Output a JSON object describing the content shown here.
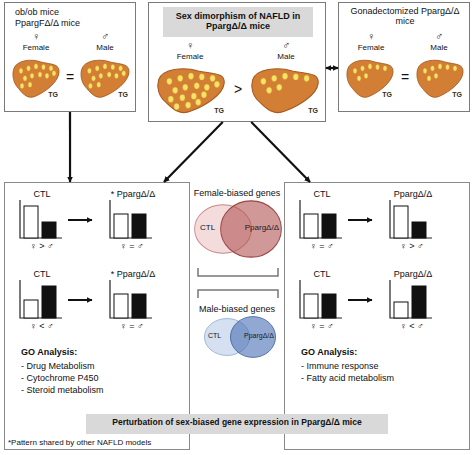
{
  "diagram": {
    "nodes": [
      {
        "text": [
          "ob/ob mice",
          "PpargFΔ/Δ mice",
          "♀",
          "Female",
          "♂",
          "Male",
          "="
        ]
      },
      {
        "text": [
          "TG"
        ],
        "in": 0
      },
      {
        "text": [
          "TG"
        ],
        "in": 0
      },
      {
        "text": [
          "♀",
          "Female",
          "♂",
          "Male",
          ">"
        ]
      },
      {
        "text": [
          "Sex dimorphism of NAFLD in PpargΔ/Δ mice"
        ],
        "in": 3
      },
      {
        "text": [
          "TG"
        ],
        "in": 3
      },
      {
        "text": [
          "TG"
        ],
        "in": 3
      },
      {
        "text": [
          "Gonadectomized PpargΔ/Δ mice",
          "♀",
          "Female",
          "♂",
          "Male",
          "="
        ]
      },
      {
        "text": [
          "TG"
        ],
        "in": 7
      },
      {
        "text": [
          "TG"
        ],
        "in": 7
      },
      {
        "text": [
          "CTL",
          "* PpargΔ/Δ",
          "♀ > ♂",
          "♀ = ♂",
          "CTL",
          "* PpargΔ/Δ",
          "♀ < ♂",
          "♀ = ♂",
          "GO Analysis:",
          "- Drug Metabolism",
          "- Cytochrome P450",
          "- Steroid metabolism"
        ]
      },
      {
        "text": [
          "CTL",
          "PpargΔ/Δ",
          "♀ = ♂",
          "♀ > ♂",
          "CTL",
          "PpargΔ/Δ",
          "♀ = ♂",
          "♀ < ♂",
          "GO Analysis:",
          "- Immune response",
          "- Fatty acid metabolism"
        ]
      },
      {
        "text": [
          "CTL"
        ]
      },
      {
        "text": [
          "PpargΔ/Δ"
        ]
      },
      {
        "text": [
          "CTL"
        ]
      },
      {
        "text": [
          "PpargΔ/Δ"
        ]
      },
      {
        "text": [
          "Perturbation of sex-biased gene expression in PpargΔ/Δ mice"
        ]
      }
    ],
    "edges": [
      {
        "from": 0,
        "to": 10,
        "arrow": "to"
      },
      {
        "from": 3,
        "to": 10,
        "arrow": "to"
      },
      {
        "from": 3,
        "to": 11,
        "arrow": "to"
      },
      {
        "from": 3,
        "to": 7,
        "arrow": "both"
      }
    ],
    "labels": [
      "Female-biased genes",
      "Male-biased genes",
      "*Pattern shared by other NAFLD models"
    ]
  }
}
